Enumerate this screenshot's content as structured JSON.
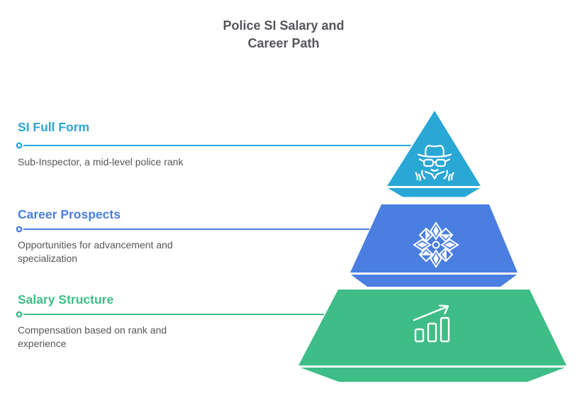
{
  "title": {
    "line1": "Police SI Salary and",
    "line2": "Career Path"
  },
  "sections": [
    {
      "title": "SI Full Form",
      "description": "Sub-Inspector, a mid-level police rank",
      "color": "#29A8D5",
      "icon": "spy-detective-icon",
      "pyramid_level": "top"
    },
    {
      "title": "Career Prospects",
      "description": "Opportunities for advancement and specialization",
      "color": "#4A7EE0",
      "icon": "geometric-star-ornament-icon",
      "pyramid_level": "middle"
    },
    {
      "title": "Salary Structure",
      "description": "Compensation based on rank and experience",
      "color": "#3EBD86",
      "icon": "growth-bar-chart-icon",
      "pyramid_level": "bottom"
    }
  ],
  "colors": {
    "background": "#FFFFFF",
    "title_text": "#54565B",
    "body_text": "#54565B",
    "icon_stroke": "#FFFFFF",
    "cyan": "#29A8D5",
    "blue": "#4A7EE0",
    "green": "#3EBD86"
  }
}
